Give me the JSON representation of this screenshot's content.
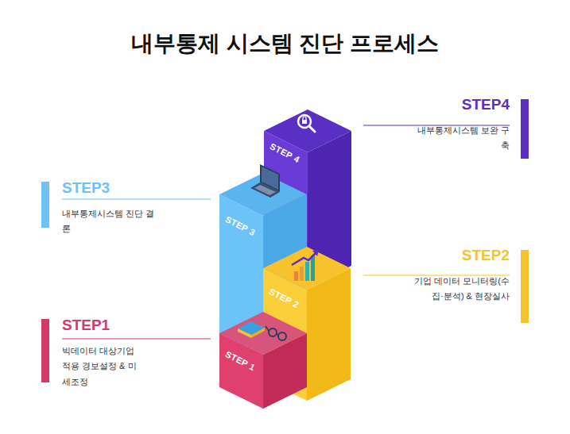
{
  "diagram": {
    "title": "내부통제 시스템 진단 프로세스",
    "nodes": [
      {
        "text": [
          "STEP4",
          "내부통제시스템 보완 구축"
        ]
      },
      {
        "text": [
          "STEP3",
          "내부통제시스템 진단 결론"
        ]
      },
      {
        "text": [
          "STEP2",
          "기업 데이터 모니터링(수집·분석) & 현장실사"
        ]
      },
      {
        "text": [
          "STEP1",
          "빅데이터 대상기업 적용 경보설정 & 미세조정"
        ]
      }
    ],
    "labels": [
      "STEP 4",
      "STEP 3",
      "STEP 2",
      "STEP 1"
    ]
  }
}
